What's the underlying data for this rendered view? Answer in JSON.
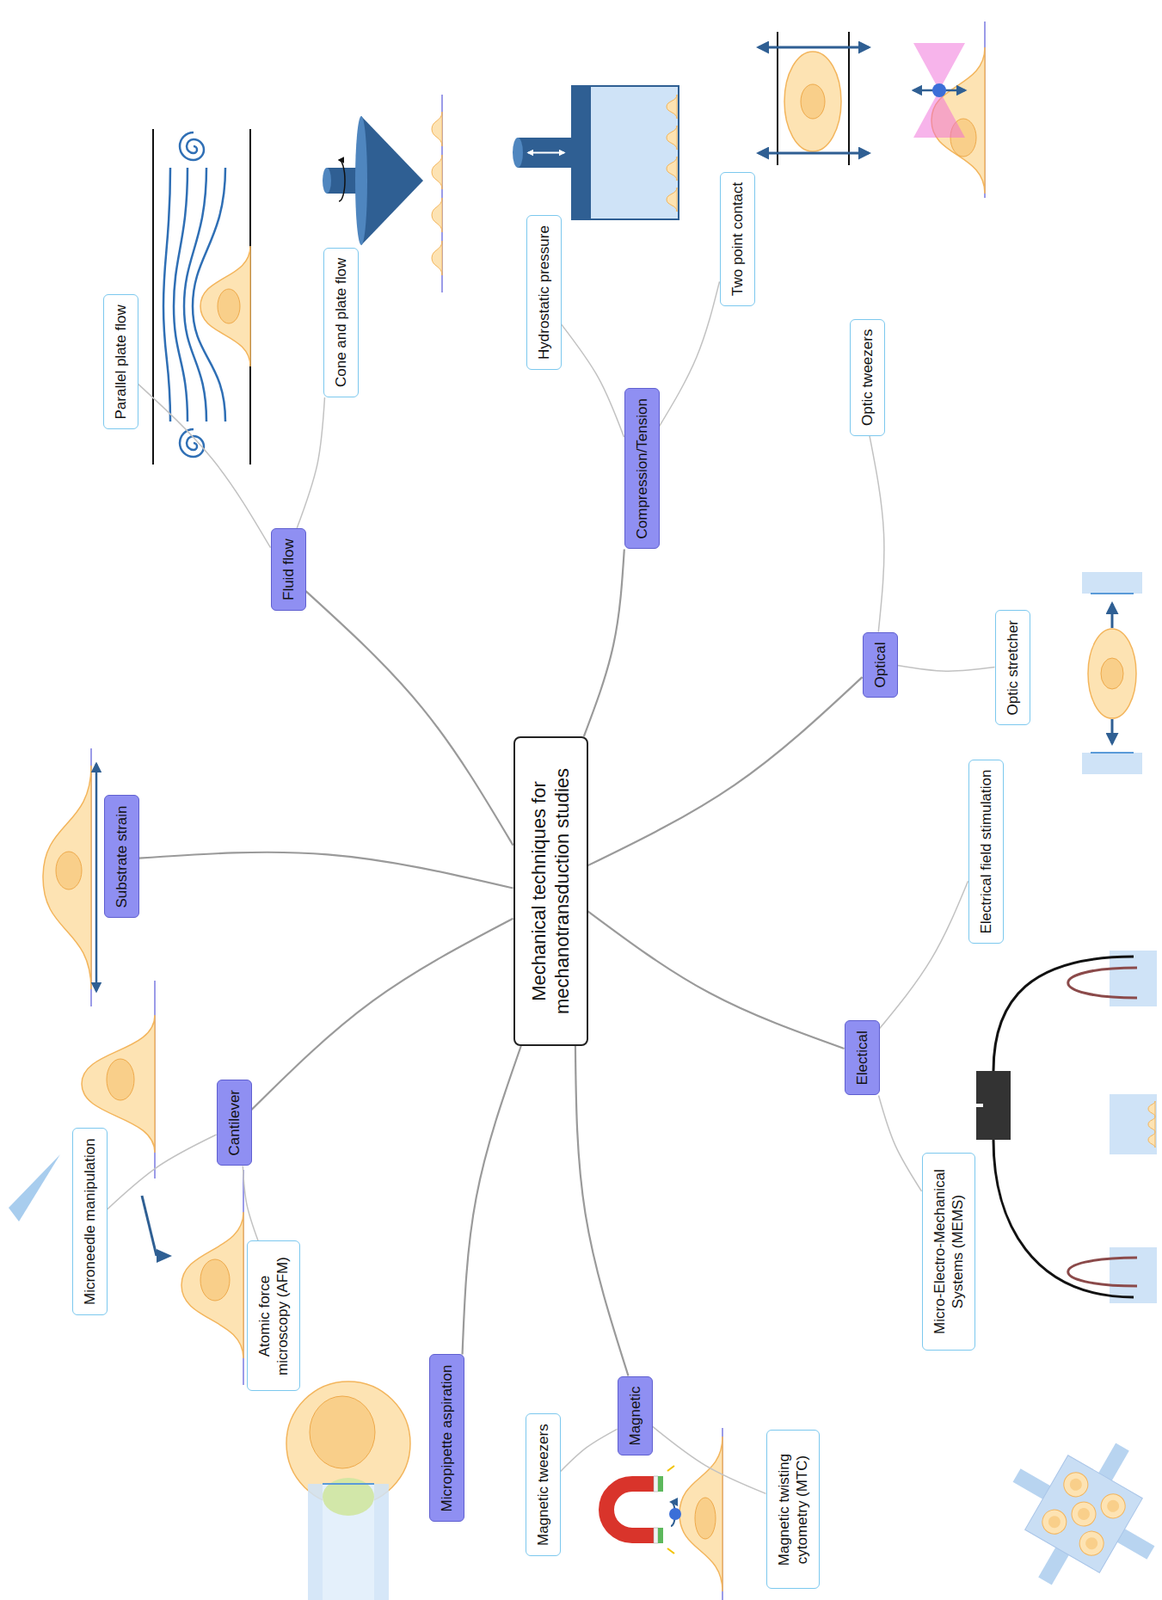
{
  "diagram": {
    "nodes": [
      {
        "text": [
          "Mechanical techniques for mechanotransduction studies"
        ]
      },
      {
        "text": [
          "Substrate strain"
        ]
      },
      {
        "text": [
          "Fluid flow"
        ]
      },
      {
        "text": [
          "Parallel plate flow"
        ]
      },
      {
        "text": [
          "Cone and plate flow"
        ]
      },
      {
        "text": [
          "Compression/Tension"
        ]
      },
      {
        "text": [
          "Hydrostatic pressure"
        ]
      },
      {
        "text": [
          "Two point contact"
        ]
      },
      {
        "text": [
          "Optical"
        ]
      },
      {
        "text": [
          "Optic tweezers"
        ]
      },
      {
        "text": [
          "Optic stretcher"
        ]
      },
      {
        "text": [
          "Electical"
        ]
      },
      {
        "text": [
          "Electrical field stimulation"
        ]
      },
      {
        "text": [
          "Micro-Electro-Mechanical Systems (MEMS)"
        ]
      },
      {
        "text": [
          "Magnetic"
        ]
      },
      {
        "text": [
          "Magnetic tweezers"
        ]
      },
      {
        "text": [
          "Magnetic twisting cytometry (MTC)"
        ]
      },
      {
        "text": [
          "Micropipette aspiration"
        ]
      },
      {
        "text": [
          "Cantilever"
        ]
      },
      {
        "text": [
          "Microneedle manipulation"
        ]
      },
      {
        "text": [
          "Atomic force microscopy (AFM)"
        ]
      }
    ],
    "edges": [
      {
        "from": 0,
        "to": 1,
        "arrow": "none"
      },
      {
        "from": 0,
        "to": 2,
        "arrow": "none"
      },
      {
        "from": 2,
        "to": 3,
        "arrow": "none"
      },
      {
        "from": 2,
        "to": 4,
        "arrow": "none"
      },
      {
        "from": 0,
        "to": 5,
        "arrow": "none"
      },
      {
        "from": 5,
        "to": 6,
        "arrow": "none"
      },
      {
        "from": 5,
        "to": 7,
        "arrow": "none"
      },
      {
        "from": 0,
        "to": 8,
        "arrow": "none"
      },
      {
        "from": 8,
        "to": 9,
        "arrow": "none"
      },
      {
        "from": 8,
        "to": 10,
        "arrow": "none"
      },
      {
        "from": 0,
        "to": 11,
        "arrow": "none"
      },
      {
        "from": 11,
        "to": 12,
        "arrow": "none"
      },
      {
        "from": 11,
        "to": 13,
        "arrow": "none"
      },
      {
        "from": 0,
        "to": 14,
        "arrow": "none"
      },
      {
        "from": 14,
        "to": 15,
        "arrow": "none"
      },
      {
        "from": 14,
        "to": 16,
        "arrow": "none"
      },
      {
        "from": 0,
        "to": 17,
        "arrow": "none"
      },
      {
        "from": 0,
        "to": 18,
        "arrow": "none"
      },
      {
        "from": 18,
        "to": 19,
        "arrow": "none"
      },
      {
        "from": 18,
        "to": 20,
        "arrow": "none"
      }
    ]
  }
}
